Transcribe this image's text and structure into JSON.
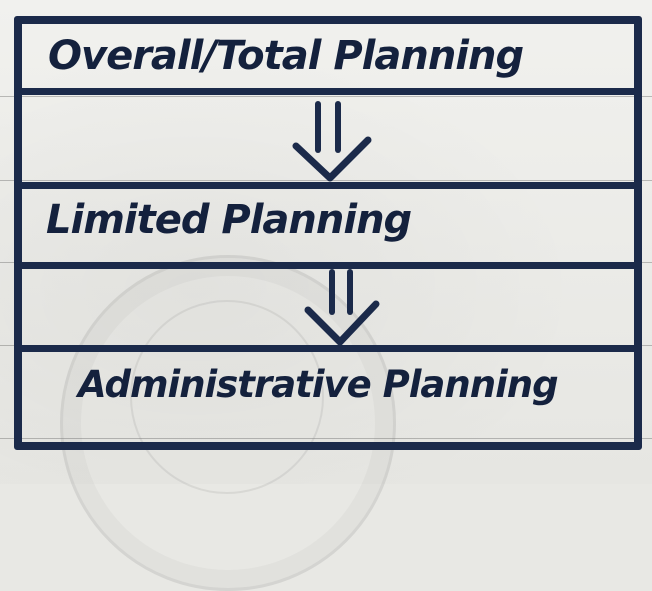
{
  "diagram": {
    "boxes": [
      {
        "label": "Overall/Total Planning"
      },
      {
        "label": "Limited Planning"
      },
      {
        "label": "Administrative Planning"
      }
    ]
  },
  "colors": {
    "ink": "#1b2a4a",
    "paper": "#ececE8"
  }
}
